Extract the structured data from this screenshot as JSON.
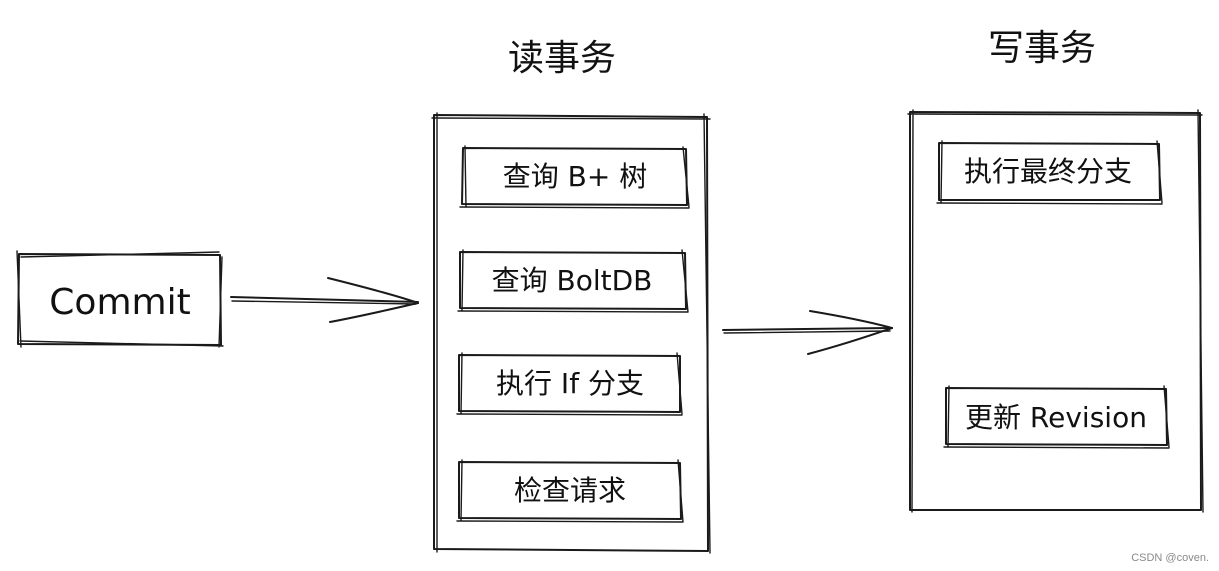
{
  "titles": {
    "read_txn": "读事务",
    "write_txn": "写事务"
  },
  "commit_label": "Commit",
  "read_steps": [
    "查询 B+ 树",
    "查询 BoltDB",
    "执行 If 分支",
    "检查请求"
  ],
  "write_steps": [
    "执行最终分支",
    "更新 Revision"
  ],
  "watermark": "CSDN @coven."
}
